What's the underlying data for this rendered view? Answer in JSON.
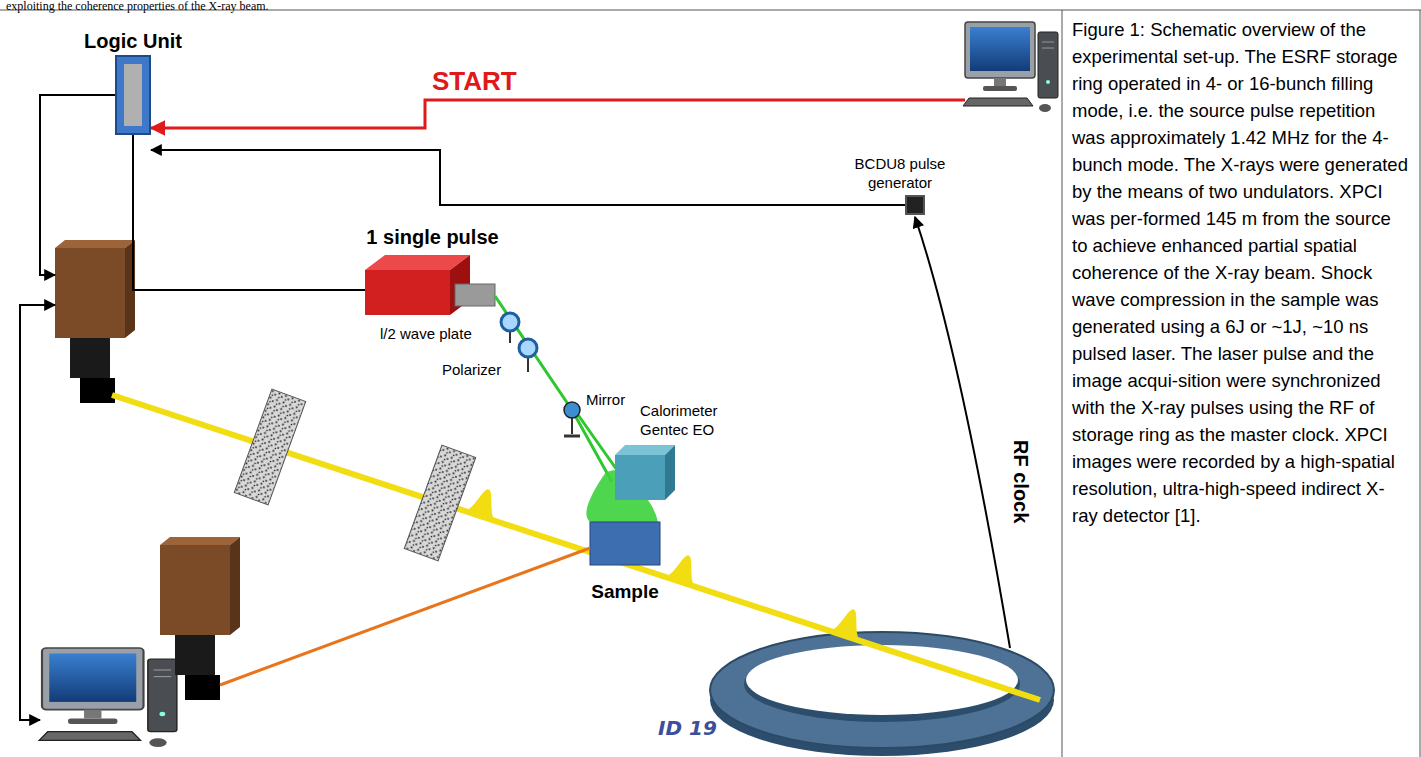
{
  "diagram": {
    "caption": "Figure 1: Schematic overview of the experimental set-up. The ESRF storage ring operated in 4- or 16-bunch filling mode, i.e. the source pulse repetition was approximately 1.42 MHz for the 4-bunch mode. The X-rays were generated by the means of two undulators. XPCI was per-formed 145 m from the source to achieve enhanced partial spatial coherence of the X-ray beam. Shock wave compression in the sample was generated using a 6J or ~1J, ~10 ns pulsed laser. The laser pulse and the image acqui-sition were synchronized with the X-ray pulses using the RF of storage ring as the master clock. XPCI images were recorded by a high-spatial resolution, ultra-high-speed indirect X-ray detector [1].",
    "nodes": [
      {
        "text": [
          "Logic Unit"
        ]
      },
      {
        "text": []
      },
      {
        "text": [
          "BCDU8 pulse generator"
        ]
      },
      {
        "text": [
          "1 single pulse"
        ]
      },
      {
        "text": []
      },
      {
        "text": [
          "Calorimeter Gentec EO"
        ]
      },
      {
        "text": [
          "Sample"
        ]
      },
      {
        "text": []
      },
      {
        "text": []
      },
      {
        "text": [
          "ID 19"
        ]
      }
    ],
    "edges": [
      {
        "from": 1,
        "to": 0,
        "arrow": "to",
        "label": "START"
      },
      {
        "from": 0,
        "to": 3,
        "arrow": "none"
      },
      {
        "from": 0,
        "to": 4,
        "arrow": "to"
      },
      {
        "from": 4,
        "to": 8,
        "arrow": "both"
      },
      {
        "from": 2,
        "to": 0,
        "arrow": "to"
      },
      {
        "from": 9,
        "to": 2,
        "arrow": "to",
        "label": "RF clock"
      }
    ],
    "labels": [
      "exploiting the coherence properties of the X-ray beam.",
      "l/2 wave plate",
      "Polarizer",
      "Mirror"
    ]
  }
}
